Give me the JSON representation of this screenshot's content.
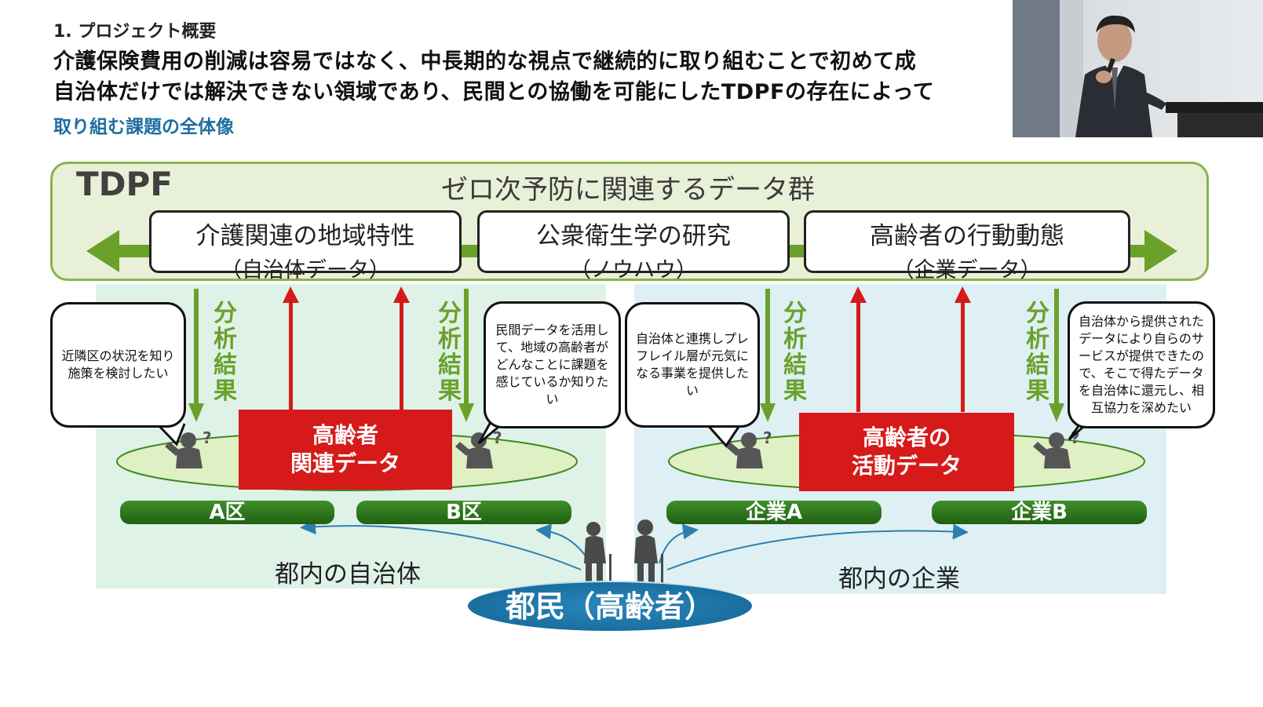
{
  "header": {
    "section": "1. プロジェクト概要",
    "line1": "介護保険費用の削減は容易ではなく、中長期的な視点で継続的に取り組むことで初めて成",
    "line2": "自治体だけでは解決できない領域であり、民間との協働を可能にしたTDPFの存在によって",
    "subtitle": "取り組む課題の全体像"
  },
  "tdpf": {
    "label": "TDPF",
    "title": "ゼロ次予防に関連するデータ群",
    "boxes": [
      {
        "title": "介護関連の地域特性",
        "sub": "（自治体データ）"
      },
      {
        "title": "公衆衛生学の研究",
        "sub": "（ノウハウ）"
      },
      {
        "title": "高齢者の行動動態",
        "sub": "（企業データ）"
      }
    ]
  },
  "analysis_label": "分析結果",
  "bubbles": {
    "a": "近隣区の状況を知り施策を検討したい",
    "b": "民間データを活用して、地域の高齢者がどんなことに課題を感じているか知りたい",
    "c": "自治体と連携しプレフレイル層が元気になる事業を提供したい",
    "d": "自治体から提供されたデータにより自らのサービスが提供できたので、そこで得たデータを自治体に還元し、相互協力を深めたい"
  },
  "red_boxes": {
    "left_line1": "高齢者",
    "left_line2": "関連データ",
    "right_line1": "高齢者の",
    "right_line2": "活動データ"
  },
  "bars": {
    "a_ward": "A区",
    "b_ward": "B区",
    "company_a": "企業A",
    "company_b": "企業B"
  },
  "captions": {
    "municipalities": "都内の自治体",
    "companies": "都内の企業"
  },
  "citizens": "都民（高齢者）",
  "colors": {
    "green_arrow": "#6aa12b",
    "red_arrow": "#d61a1a",
    "tdpf_fill": "#e9f0d8",
    "tdpf_border": "#8bb34a",
    "subtitle_blue": "#1f6ea0"
  }
}
